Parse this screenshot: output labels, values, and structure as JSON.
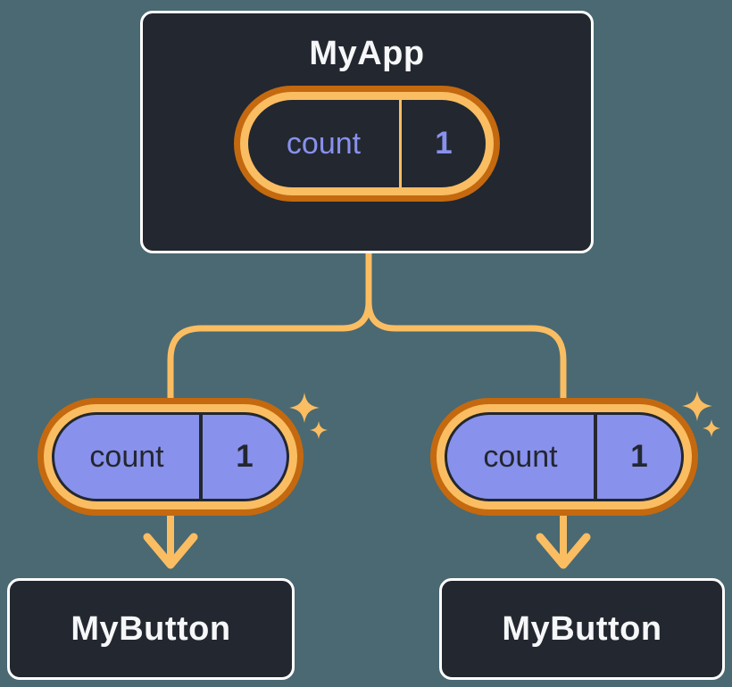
{
  "diagram": {
    "description": "React component tree: parent state passed down as props",
    "background_color": "#4A6972",
    "palette": {
      "node_fill": "#23272F",
      "node_border": "#FFFFFF",
      "node_text": "#F6F7F9",
      "accent_orange": "#FABD62",
      "accent_orange_dark": "#C4690F",
      "state_purple": "#8891EC"
    },
    "tree": {
      "parent": {
        "label": "MyApp",
        "pill": {
          "name": "count",
          "value": "1"
        }
      },
      "children": [
        {
          "label": "MyButton",
          "pill": {
            "name": "count",
            "value": "1"
          }
        },
        {
          "label": "MyButton",
          "pill": {
            "name": "count",
            "value": "1"
          }
        }
      ]
    }
  }
}
